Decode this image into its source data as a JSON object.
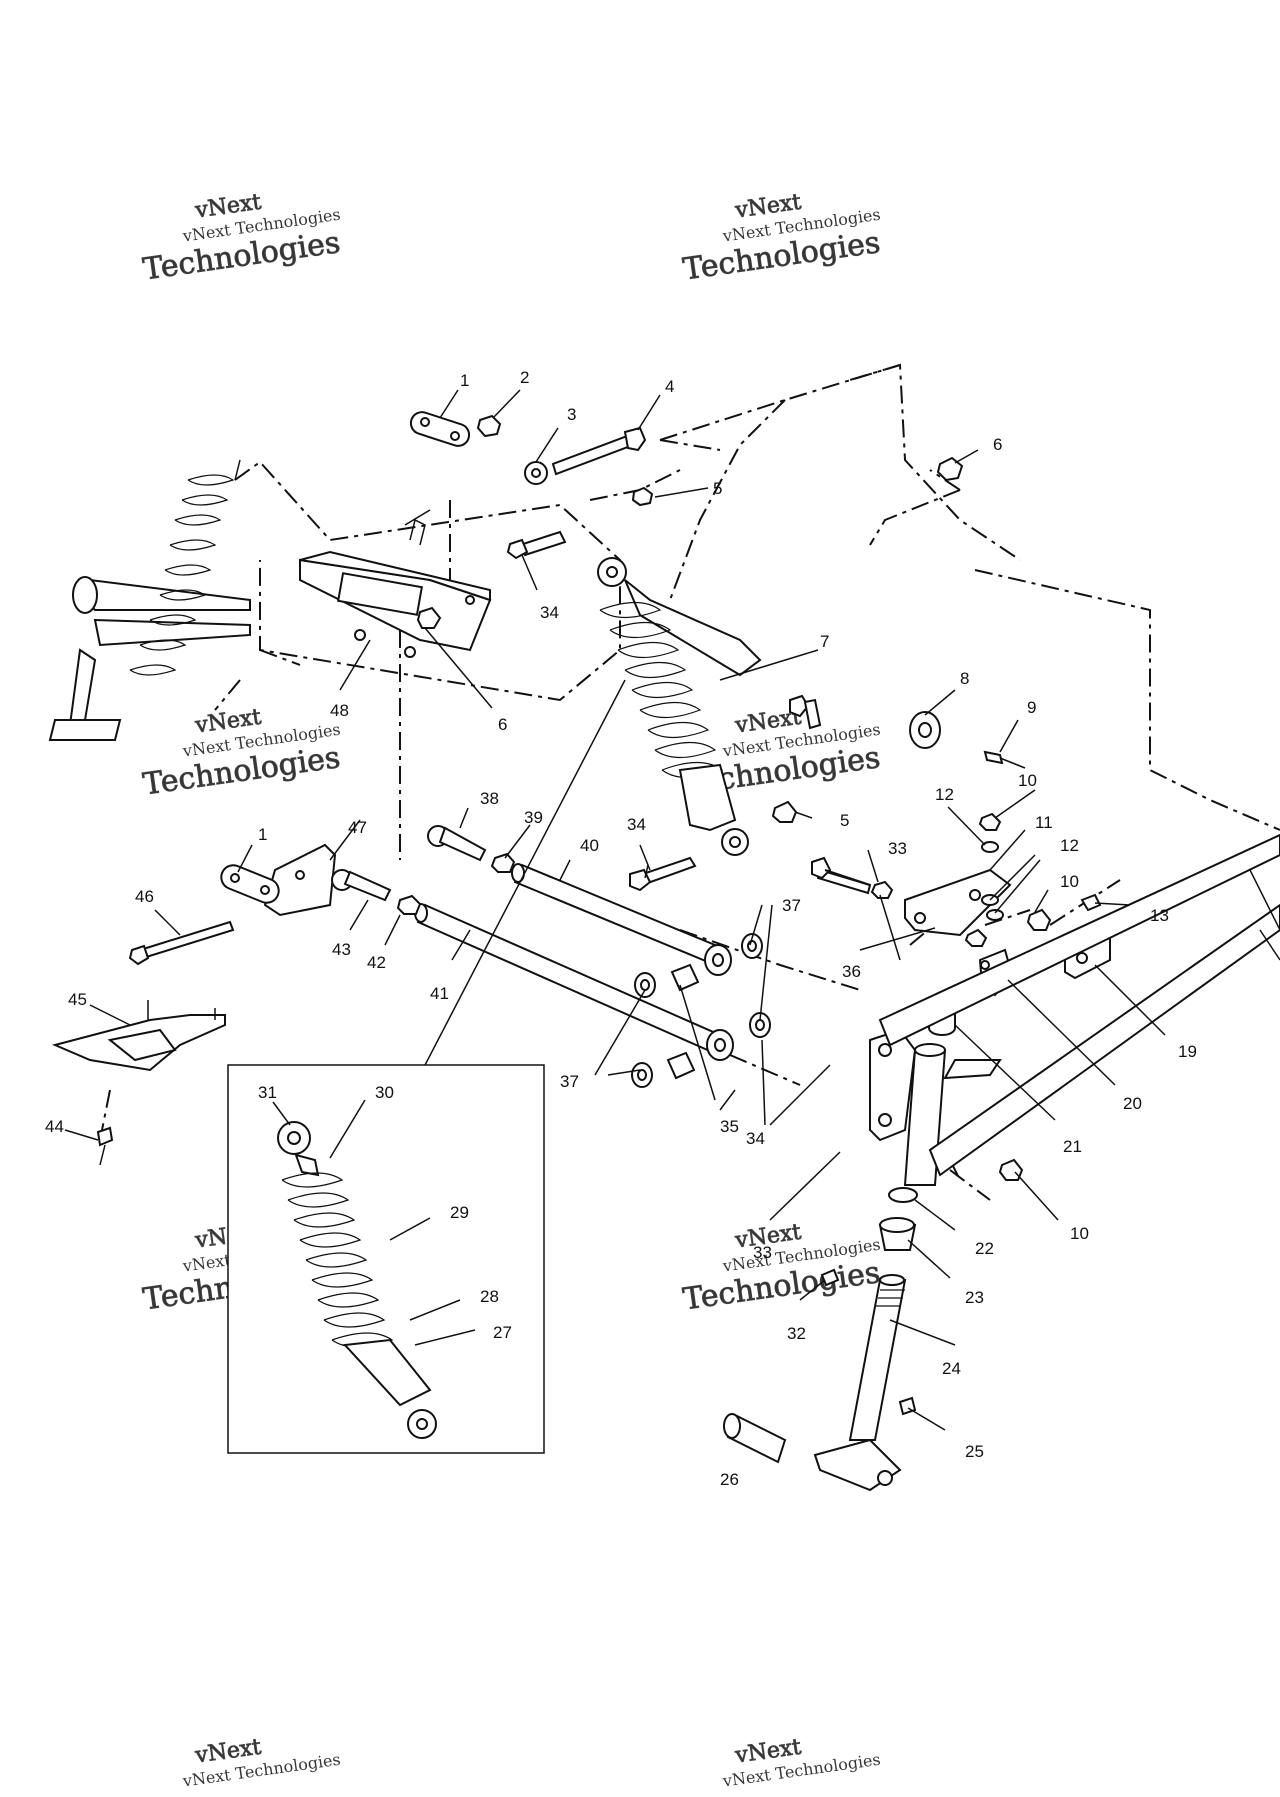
{
  "watermark": {
    "small": "vNext Technologies",
    "large": "Technologies",
    "top": "vNext"
  },
  "callouts": {
    "c1a": "1",
    "c2": "2",
    "c3": "3",
    "c4": "4",
    "c5a": "5",
    "c6a": "6",
    "c34a": "34",
    "c48": "48",
    "c6b": "6",
    "c7": "7",
    "c8": "8",
    "c9": "9",
    "c10a": "10",
    "c12a": "12",
    "c11": "11",
    "c12b": "12",
    "c10b": "10",
    "c13": "13",
    "c19": "19",
    "c20": "20",
    "c21": "21",
    "c22": "22",
    "c23": "23",
    "c24": "24",
    "c25": "25",
    "c26": "26",
    "c10c": "10",
    "c32": "32",
    "c33a": "33",
    "c34b": "34",
    "c35": "35",
    "c37a": "37",
    "c37b": "37",
    "c36": "36",
    "c33b": "33",
    "c34c": "34",
    "c5b": "5",
    "c38": "38",
    "c39": "39",
    "c40": "40",
    "c41": "41",
    "c47": "47",
    "c1b": "1",
    "c46": "46",
    "c43": "43",
    "c42": "42",
    "c45": "45",
    "c44": "44",
    "c31": "31",
    "c30": "30",
    "c29": "29",
    "c28": "28",
    "c27": "27"
  }
}
